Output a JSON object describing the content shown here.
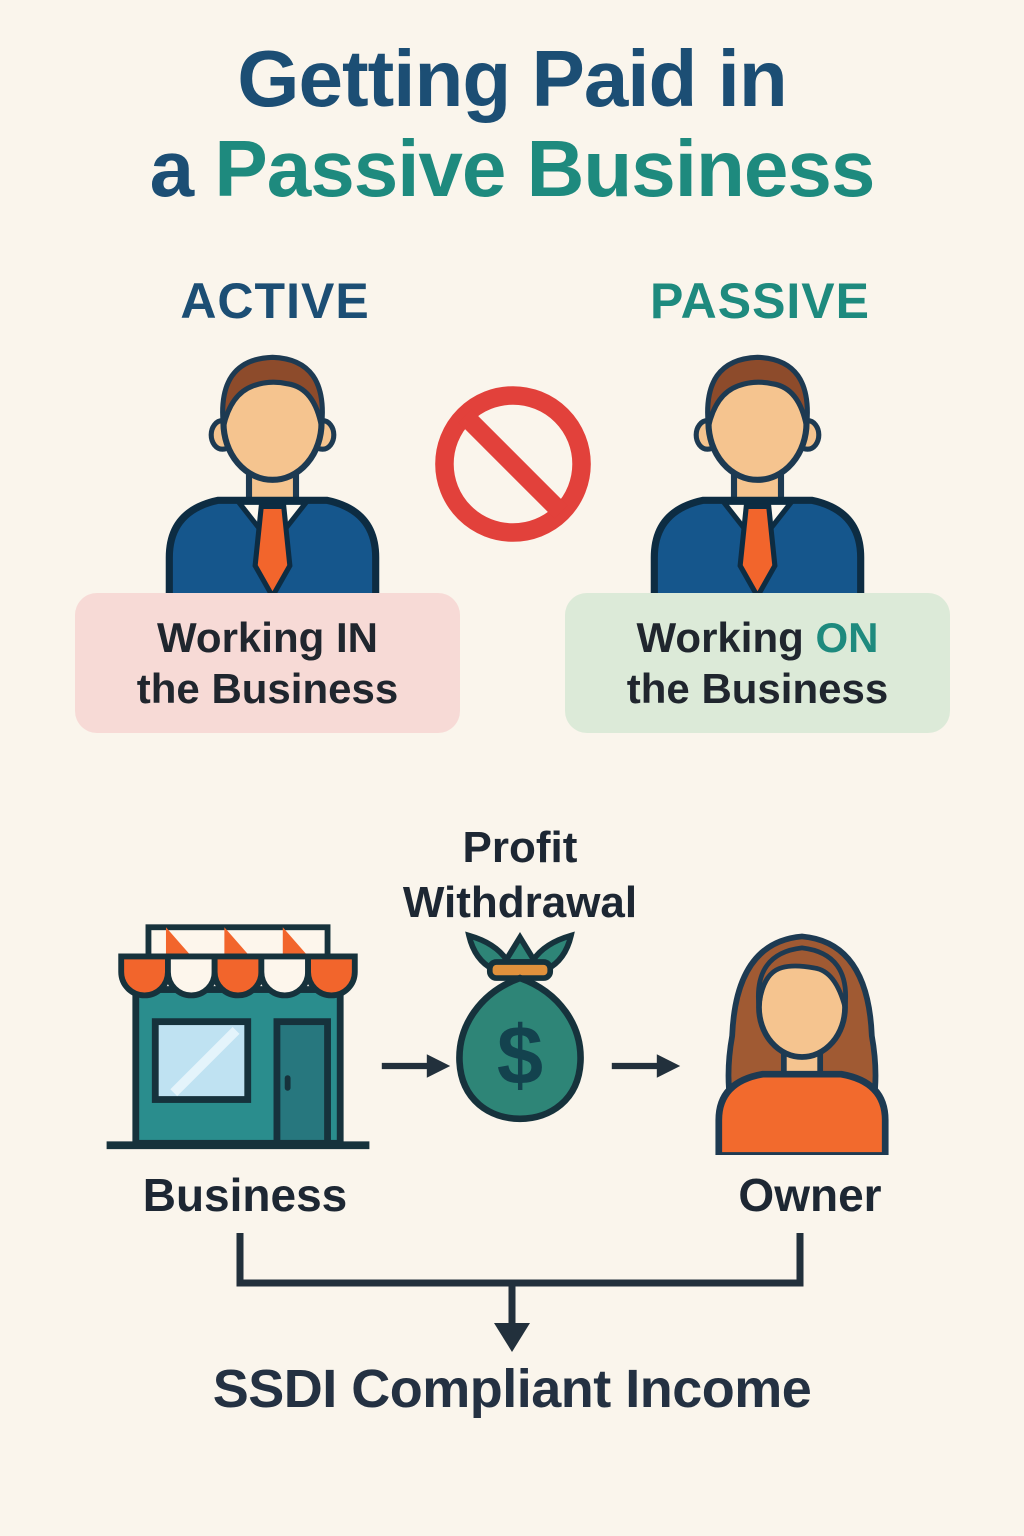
{
  "title": {
    "line1": "Getting Paid in",
    "line2_prefix": "a ",
    "line2_highlight": "Passive Business"
  },
  "comparison": {
    "active": {
      "header": "ACTIVE",
      "label_prefix": "Working ",
      "label_keyword": "IN",
      "label_line2": "the Business"
    },
    "passive": {
      "header": "PASSIVE",
      "label_prefix": "Working ",
      "label_keyword": "ON",
      "label_line2": "the Business"
    }
  },
  "flow": {
    "profit_line1": "Profit",
    "profit_line2": "Withdrawal",
    "business_label": "Business",
    "owner_label": "Owner",
    "dollar_sign": "$",
    "result_label": "SSDI Compliant Income"
  },
  "icons": [
    "businessman-icon",
    "no-entry-icon",
    "storefront-icon",
    "money-bag-icon",
    "woman-icon",
    "arrow-right-icon",
    "merge-bracket-down-arrow"
  ],
  "colors": {
    "background": "#faf5ec",
    "navy": "#1c4e74",
    "teal": "#1e8a7e",
    "red": "#e2413b",
    "dark_text": "#1d2733",
    "pink_box": "#f7dad6",
    "green_box": "#dcead8",
    "suit_navy": "#15568c",
    "skin": "#f5c48f",
    "hair_brown": "#8d4b2b",
    "orange": "#f2652c",
    "store_teal": "#2a8d8d",
    "bag_teal": "#2e8577"
  }
}
